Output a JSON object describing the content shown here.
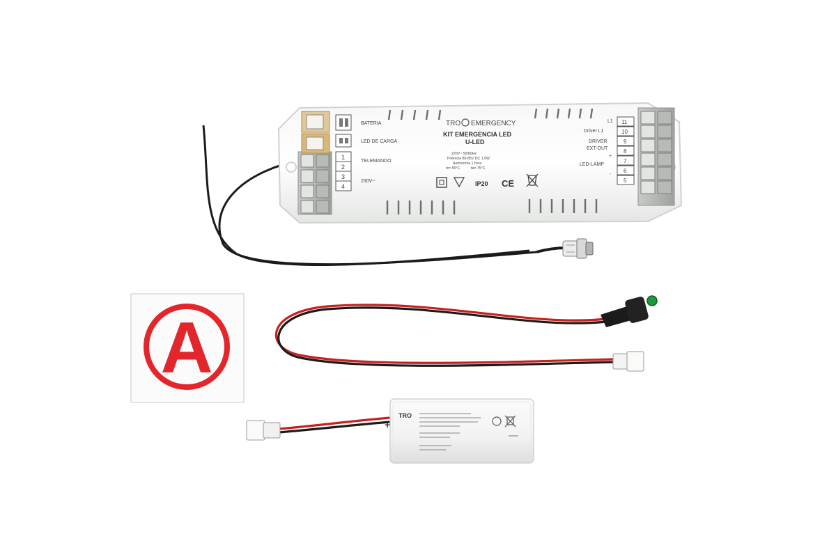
{
  "driver": {
    "brand": "TRO",
    "brand_suffix": "EMERGENCY",
    "title": "KIT EMERGENCIA LED",
    "model": "U-LED",
    "spec_lines": [
      "220V~ 50/60Hz",
      "Potencia 80-85V DC 1.5W",
      "Autonomía 1 hora",
      "tc= 55°C",
      "ta= 75°C"
    ],
    "ip_rating": "IP20",
    "ce_mark": "CE",
    "left_labels": [
      "BATERIA",
      "LED DE CARGA",
      "TELEMANDO",
      "230V~"
    ],
    "left_terminals": [
      "1",
      "2",
      "3",
      "4"
    ],
    "right_labels": [
      "L1",
      "Driver L1",
      "DRIVER",
      "EXT-OUT",
      "LED-LAMP",
      "+",
      "-"
    ],
    "right_terminals": [
      "11",
      "10",
      "9",
      "8",
      "7",
      "6",
      "5"
    ]
  },
  "sticker": {
    "letter": "A",
    "color": "#e3262b"
  },
  "battery": {
    "brand": "TRO",
    "plus_mark": "+"
  },
  "colors": {
    "wire_red": "#c8201f",
    "wire_black": "#1b1b1b",
    "plastic": "#eef0ee",
    "led_green": "#1e9a3a"
  }
}
